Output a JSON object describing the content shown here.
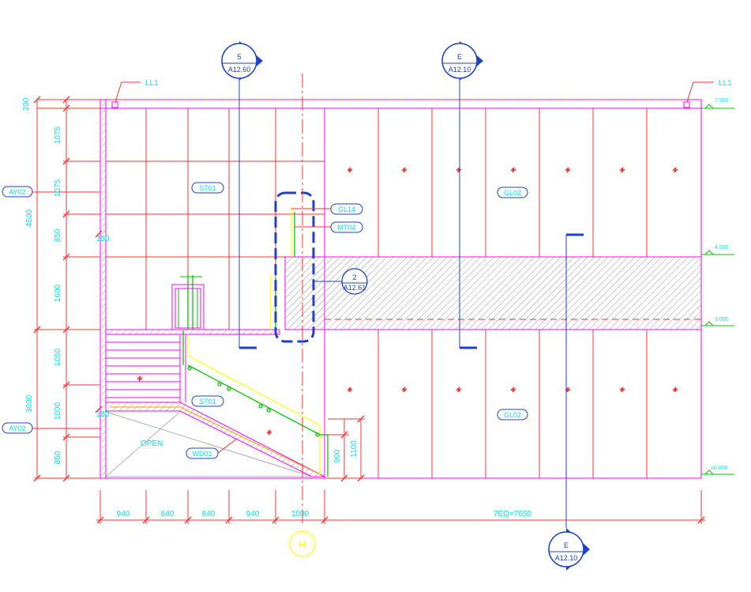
{
  "section_markers": {
    "top_left": {
      "number": "5",
      "sheet": "A12.60"
    },
    "top_mid": {
      "number": "E",
      "sheet": "A12.10"
    },
    "bottom_right": {
      "number": "E",
      "sheet": "A12.10"
    },
    "center_callout": {
      "number": "2",
      "sheet": "A12.61"
    }
  },
  "grid_bubble": "H",
  "tags": {
    "ll1_left": "LL1",
    "ll1_right": "LL1",
    "st01_upper": "ST01",
    "st01_lower": "ST01",
    "gl02_upper": "GL02",
    "gl02_lower": "GL02",
    "gl14": "GL14",
    "mt04": "MT04",
    "ay02_upper": "AY02",
    "ay02_lower": "AY02",
    "wd01": "WD01",
    "open": "OPEN"
  },
  "levels": {
    "top": "7.500",
    "mid_upper": "4.500",
    "mid_lower": "3.000",
    "ground": "±0.000"
  },
  "vertical_dims": {
    "d200": "200",
    "d1075a": "1075",
    "d1075b": "1075",
    "d850a": "850",
    "d1600": "1600",
    "d1050": "1050",
    "d1000": "1000",
    "d850b": "850",
    "total_upper": "4500",
    "total_lower": "3000",
    "d150a": "150",
    "d150b": "150",
    "d900": "900",
    "d1100": "1100"
  },
  "horizontal_dims": {
    "w940a": "940",
    "w840a": "840",
    "w840b": "840",
    "w940b": "940",
    "w1000": "1000",
    "w7eq": "7EQ=7650"
  }
}
